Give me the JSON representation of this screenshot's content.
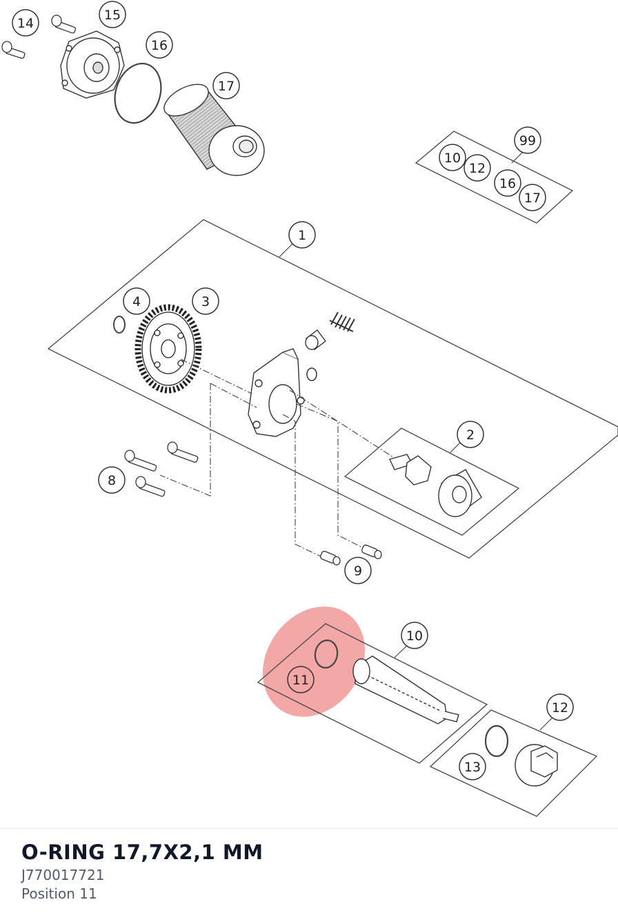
{
  "diagram": {
    "callouts": [
      "14",
      "15",
      "16",
      "17",
      "99",
      "10",
      "12",
      "16",
      "17",
      "1",
      "4",
      "3",
      "2",
      "8",
      "9",
      "10",
      "11",
      "12",
      "13"
    ],
    "highlight_color": "#f08a8a",
    "line_color": "#333333"
  },
  "part": {
    "name": "O-RING 17,7X2,1 MM",
    "number": "J770017721",
    "position": "Position 11"
  }
}
